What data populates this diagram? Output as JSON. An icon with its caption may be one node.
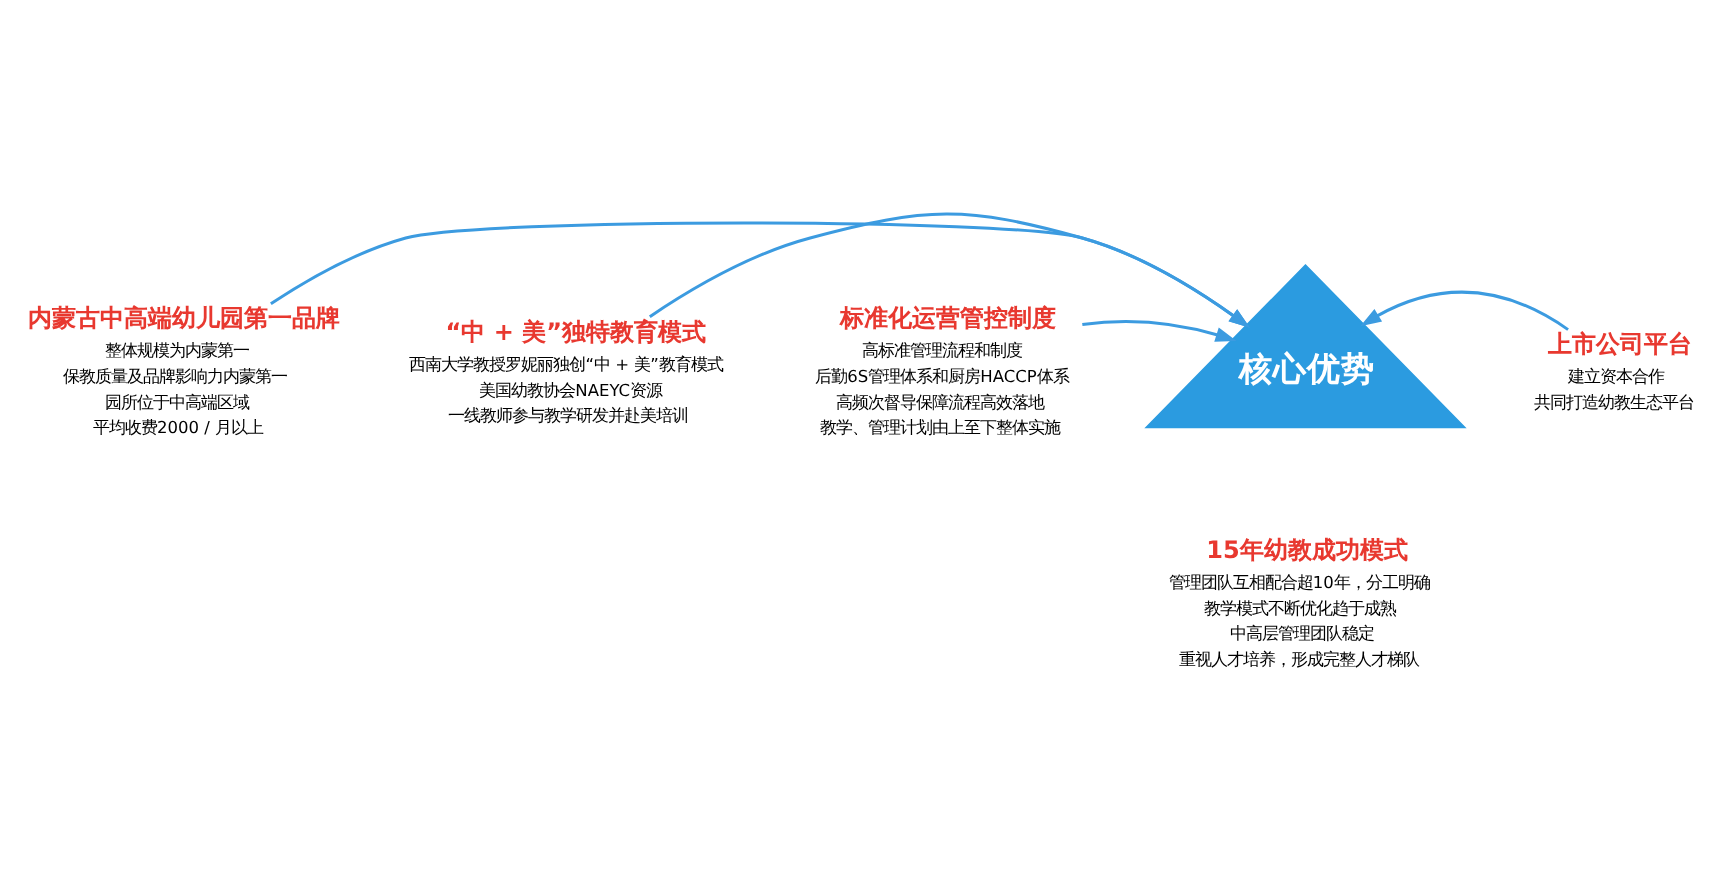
{
  "diagram": {
    "nodes": [
      {
        "text": [
          "内蒙古中高端幼儿园第一品牌",
          "整体规模为内蒙第一",
          "保教质量及品牌影响力内蒙第一",
          "园所位于中高端区域",
          "平均收费2000 / 月以上"
        ]
      },
      {
        "text": [
          "“中 + 美”独特教育模式",
          "西南大学教授罗妮丽独创“中 + 美”教育模式",
          "美国幼教协会NAEYC资源",
          "一线教师参与教学研发并赴美培训"
        ]
      },
      {
        "text": [
          "核心优势"
        ]
      },
      {
        "text": [
          "标准化运营管控制度",
          "高标准管理流程和制度",
          "后勤6S管理体系和厨房HACCP体系",
          "高频次督导保障流程高效落地",
          "教学、管理计划由上至下整体实施"
        ]
      },
      {
        "text": [
          "上市公司平台",
          "建立资本合作",
          "共同打造幼教生态平台"
        ]
      },
      {
        "text": [
          "15年幼教成功模式",
          "管理团队互相配合超10年，分工明确",
          "教学模式不断优化趋于成熟",
          "中高层管理团队稳定",
          "重视人才培养，形成完整人才梯队"
        ]
      }
    ],
    "edges": [
      {
        "from": 0,
        "to": 2,
        "arrow": "to"
      },
      {
        "from": 1,
        "to": 2,
        "arrow": "to"
      },
      {
        "from": 3,
        "to": 2,
        "arrow": "to"
      },
      {
        "from": 4,
        "to": 2,
        "arrow": "to"
      }
    ]
  }
}
